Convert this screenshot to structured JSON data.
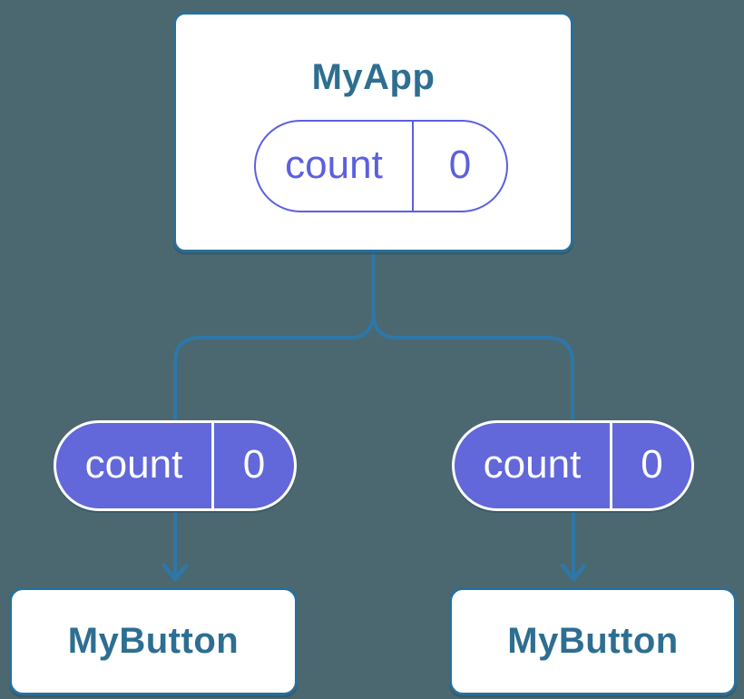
{
  "diagram": {
    "description": "React component tree showing state lifted into MyApp, passed down to two MyButton children",
    "root": {
      "title": "MyApp",
      "state": {
        "key": "count",
        "value": "0"
      }
    },
    "children": [
      {
        "title": "MyButton",
        "state": {
          "key": "count",
          "value": "0"
        }
      },
      {
        "title": "MyButton",
        "state": {
          "key": "count",
          "value": "0"
        }
      }
    ]
  },
  "colors": {
    "background": "#4b6870",
    "node_fill": "#ffffff",
    "node_border": "#2a6f99",
    "node_text": "#2d6e91",
    "connector": "#2e77a8",
    "state_accent": "#5c60dd",
    "state_fill": "#6267da",
    "state_text_on_fill": "#ffffff"
  }
}
